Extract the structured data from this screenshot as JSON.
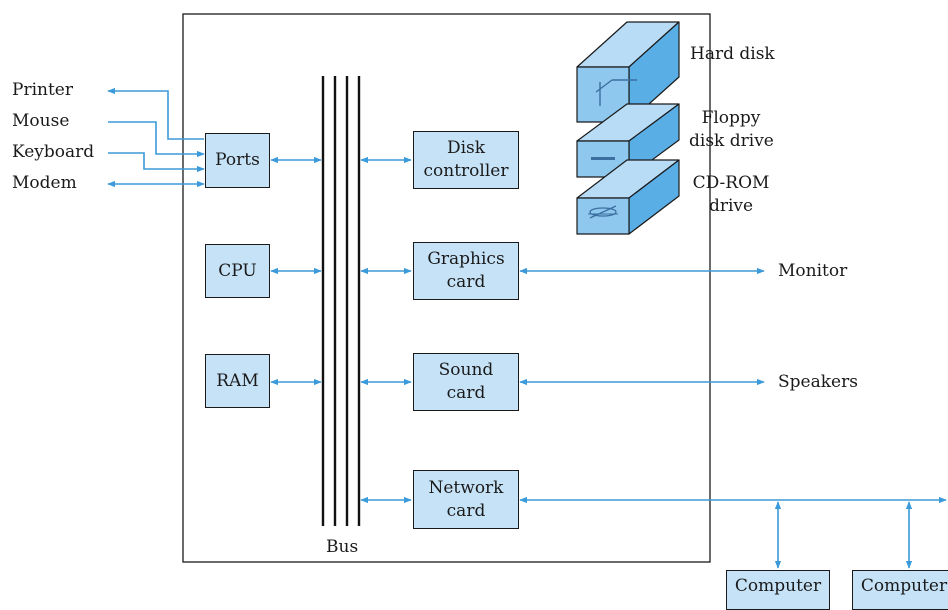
{
  "colors": {
    "arrow": "#3b9ad9",
    "box_fill": "#c6e2f7",
    "outline": "#1a1a1a",
    "drive_front": "#8fc8ee",
    "drive_top": "#b8dcf5",
    "drive_side": "#5aaee6"
  },
  "external_devices_left": [
    "Printer",
    "Mouse",
    "Keyboard",
    "Modem"
  ],
  "components": {
    "ports": "Ports",
    "cpu": "CPU",
    "ram": "RAM"
  },
  "bus_label": "Bus",
  "controllers": {
    "disk_controller": "Disk\ncontroller",
    "graphics_card": "Graphics\ncard",
    "sound_card": "Sound\ncard",
    "network_card": "Network\ncard"
  },
  "drives": {
    "hard_disk": "Hard disk",
    "floppy_line1": "Floppy",
    "floppy_line2": "disk drive",
    "cdrom_line1": "CD-ROM",
    "cdrom_line2": "drive"
  },
  "outputs": {
    "monitor": "Monitor",
    "speakers": "Speakers"
  },
  "network_nodes": [
    "Computer",
    "Computer"
  ],
  "icons": [
    "hard-disk-icon",
    "floppy-drive-icon",
    "cdrom-drive-icon"
  ]
}
